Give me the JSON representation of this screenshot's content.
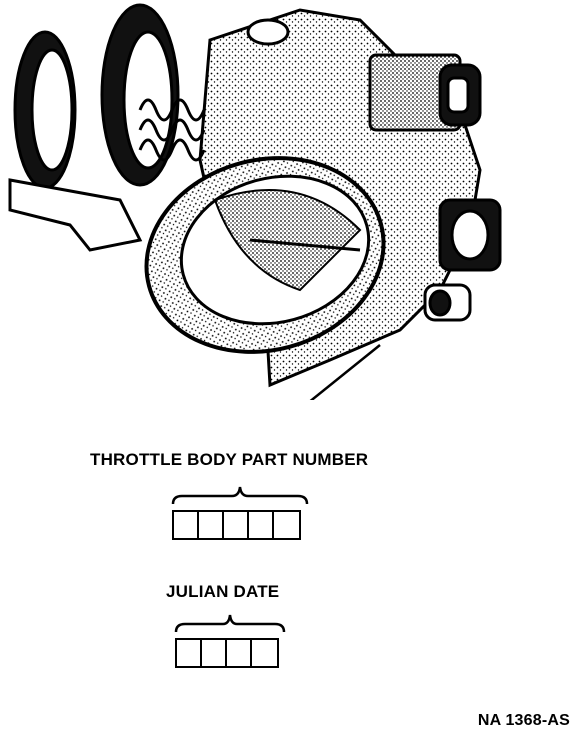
{
  "labels": {
    "part_number": "THROTTLE BODY PART NUMBER",
    "julian_date": "JULIAN DATE",
    "figure_code": "NA 1368-AS"
  },
  "part_number_boxes": 5,
  "julian_date_boxes": 4
}
